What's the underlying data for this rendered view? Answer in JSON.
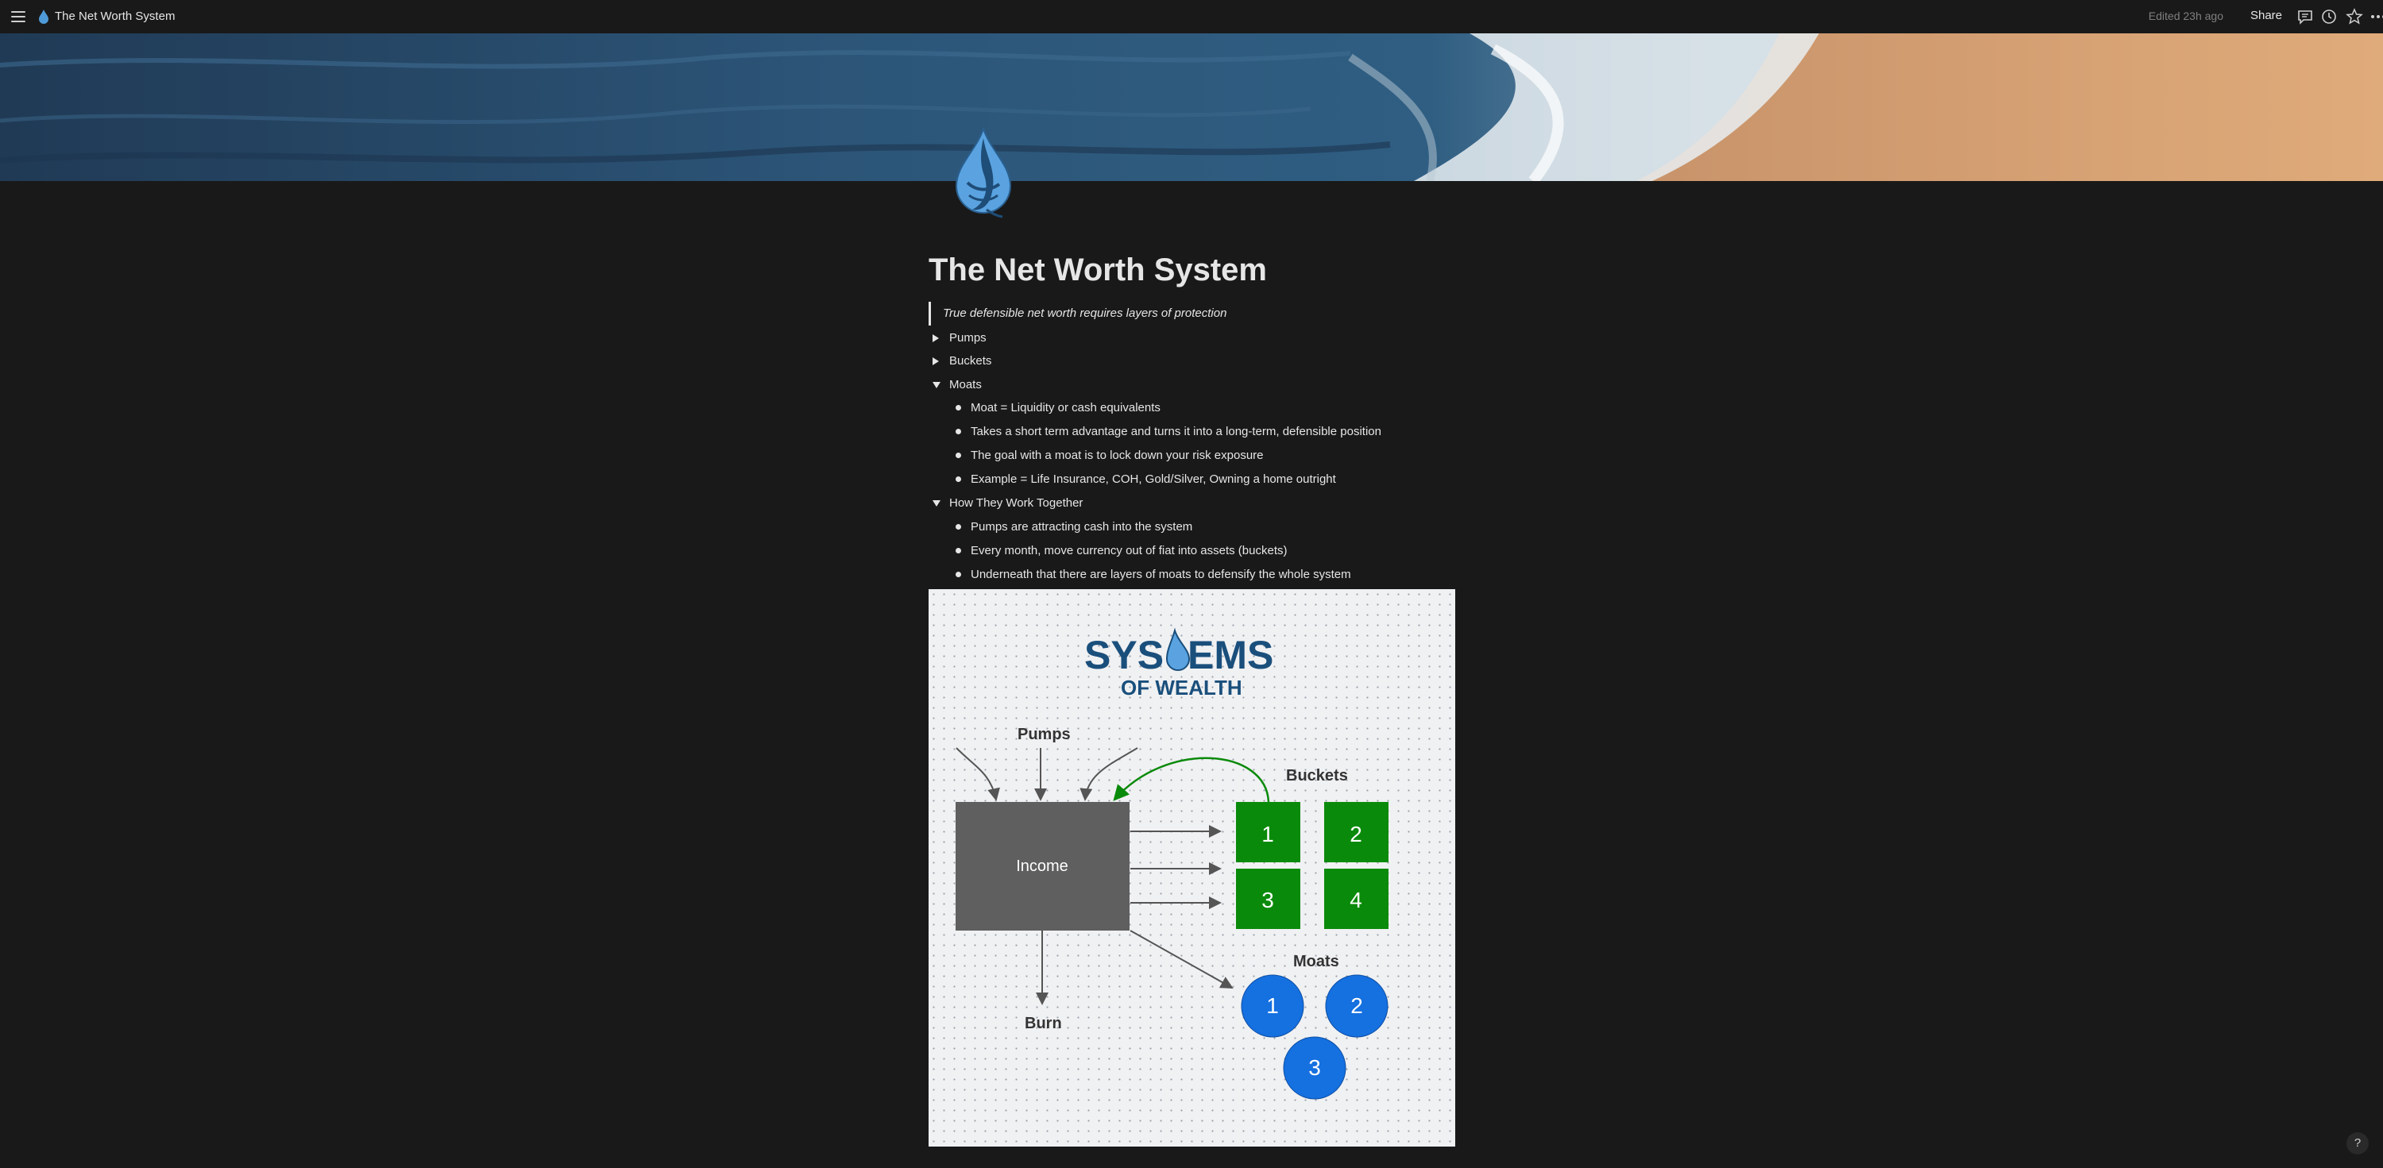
{
  "topbar": {
    "page_title": "The Net Worth System",
    "edited": "Edited 23h ago",
    "share_label": "Share"
  },
  "page": {
    "title": "The Net Worth System",
    "quote": "True defensible net worth requires layers of protection"
  },
  "toggles": [
    {
      "label": "Pumps",
      "expanded": false,
      "items": []
    },
    {
      "label": "Buckets",
      "expanded": false,
      "items": []
    },
    {
      "label": "Moats",
      "expanded": true,
      "items": [
        "Moat = Liquidity or cash equivalents",
        "Takes a short term advantage and turns it into a long-term, defensible position",
        "The goal with a moat is to lock down your risk exposure",
        "Example = Life Insurance, COH, Gold/Silver, Owning a home outright"
      ]
    },
    {
      "label": "How They Work Together",
      "expanded": true,
      "items": [
        "Pumps are attracting cash into the system",
        "Every month, move currency out of fiat into assets (buckets)",
        "Underneath that there are layers of moats to defensify the whole system"
      ]
    }
  ],
  "diagram": {
    "logo_line1_a": "SYS",
    "logo_line1_b": "EMS",
    "logo_line2": "OF WEALTH",
    "pumps_label": "Pumps",
    "buckets_label": "Buckets",
    "moats_label": "Moats",
    "burn_label": "Burn",
    "income_label": "Income",
    "buckets": [
      "1",
      "2",
      "3",
      "4"
    ],
    "moats": [
      "1",
      "2",
      "3"
    ],
    "colors": {
      "bucket": "#0a8a0a",
      "moat": "#1570e0",
      "income": "#5f5f5f",
      "logo": "#1a4f7c"
    }
  },
  "help_label": "?",
  "icons": [
    "menu-icon",
    "drop-icon",
    "comment-icon",
    "clock-icon",
    "star-icon",
    "more-icon"
  ]
}
